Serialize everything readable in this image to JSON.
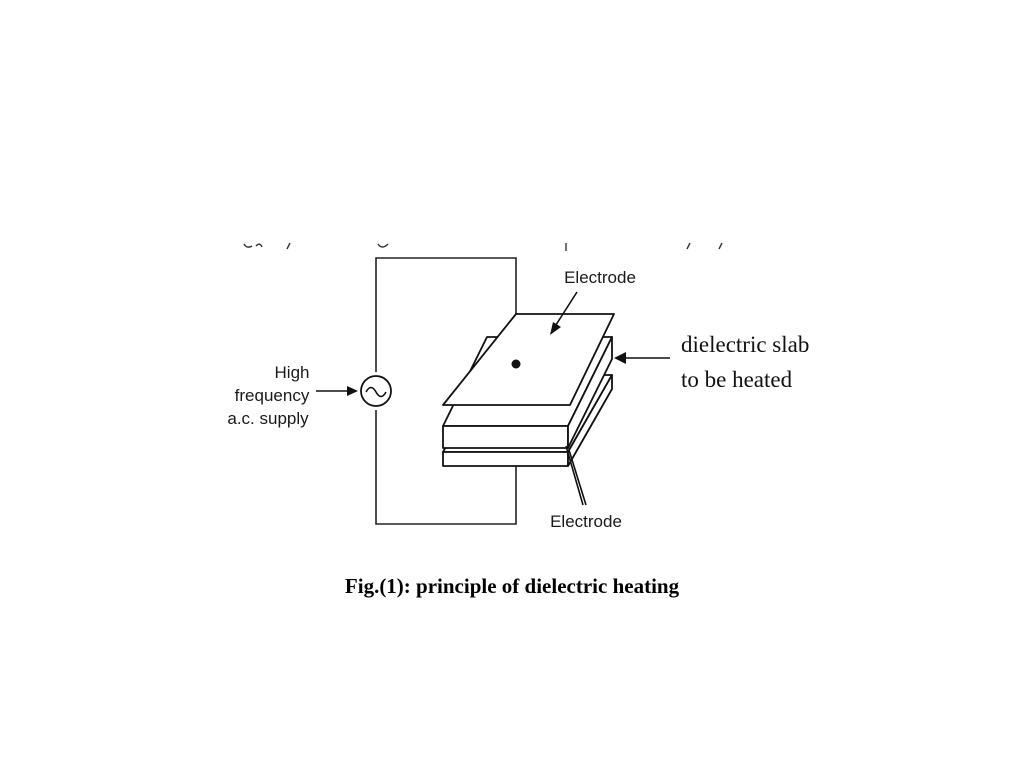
{
  "diagram": {
    "source_label": [
      "High",
      "frequency",
      "a.c. supply"
    ],
    "top_electrode_label": "Electrode",
    "bottom_electrode_label": "Electrode",
    "slab_label": [
      "dielectric slab",
      "to be heated"
    ]
  },
  "caption": "Fig.(1): principle of dielectric heating",
  "icons": {
    "source": "ac-source-icon"
  }
}
